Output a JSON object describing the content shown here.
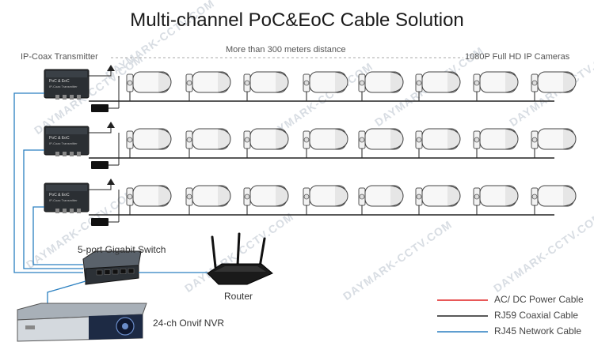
{
  "title": "Multi-channel PoC&EoC Cable Solution",
  "labels": {
    "transmitter": "IP-Coax Transmitter",
    "distance": "More than 300 meters distance",
    "cameras": "1080P Full HD IP Cameras",
    "switch": "5-port Gigabit Switch",
    "router": "Router",
    "nvr": "24-ch Onvif NVR",
    "device_text_1": "PoC & EoC",
    "device_text_2": "IP-Coax Transmitter"
  },
  "watermark": "DAYMARK-CCTV.COM",
  "legend": [
    {
      "label": "AC/ DC Power Cable",
      "color": "#e02020"
    },
    {
      "label": "RJ59 Coaxial Cable",
      "color": "#222222"
    },
    {
      "label": "RJ45 Network Cable",
      "color": "#2a7fc0"
    }
  ],
  "colors": {
    "power": "#e02020",
    "coax": "#222222",
    "network": "#2a7fc0"
  }
}
